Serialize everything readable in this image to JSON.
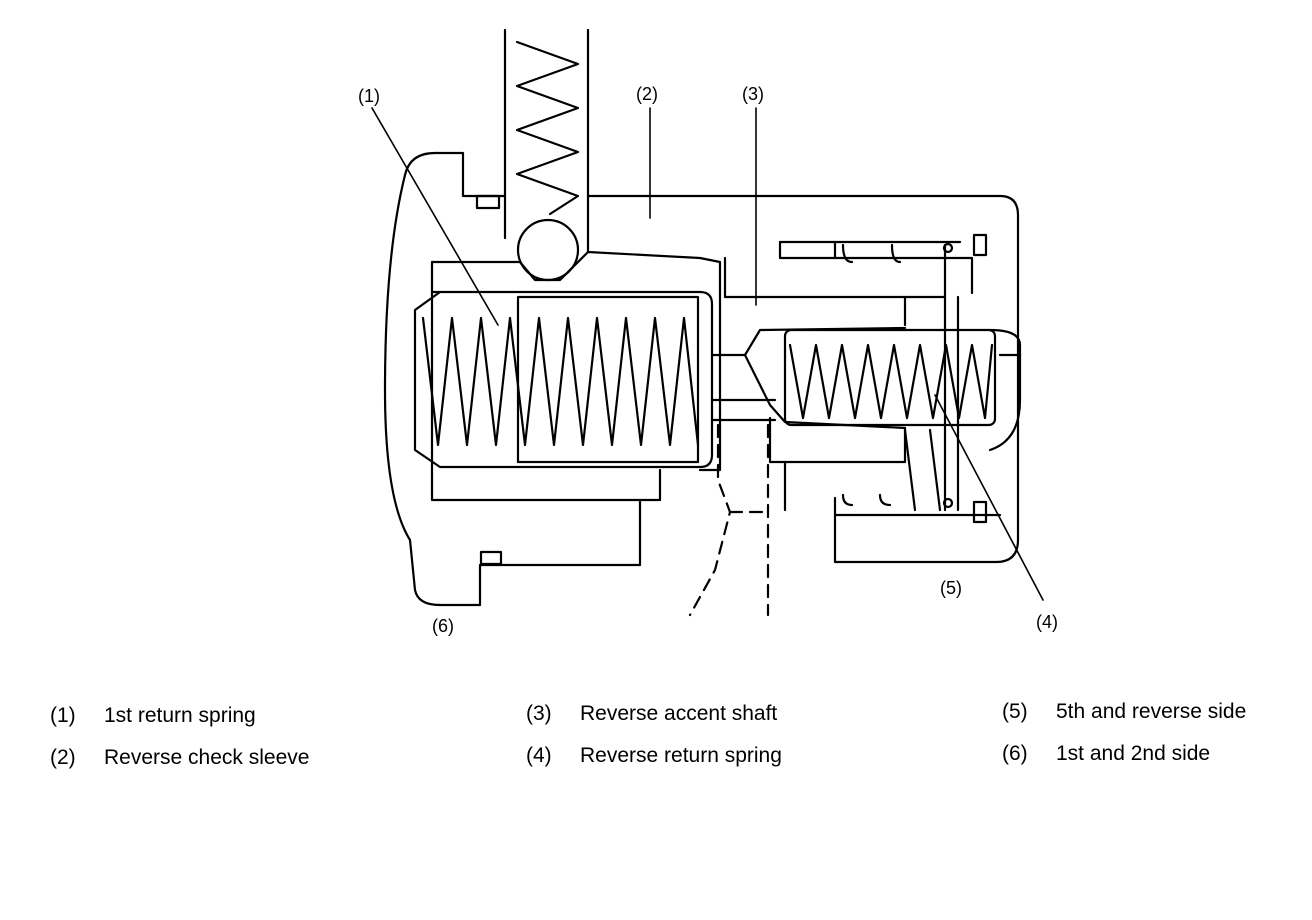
{
  "callouts": {
    "c1": "(1)",
    "c2": "(2)",
    "c3": "(3)",
    "c4": "(4)",
    "c5": "(5)",
    "c6": "(6)"
  },
  "legend": [
    {
      "num": "(1)",
      "text": "1st return spring"
    },
    {
      "num": "(2)",
      "text": "Reverse check sleeve"
    },
    {
      "num": "(3)",
      "text": "Reverse accent shaft"
    },
    {
      "num": "(4)",
      "text": "Reverse return spring"
    },
    {
      "num": "(5)",
      "text": "5th and reverse side"
    },
    {
      "num": "(6)",
      "text": "1st and 2nd side"
    }
  ]
}
